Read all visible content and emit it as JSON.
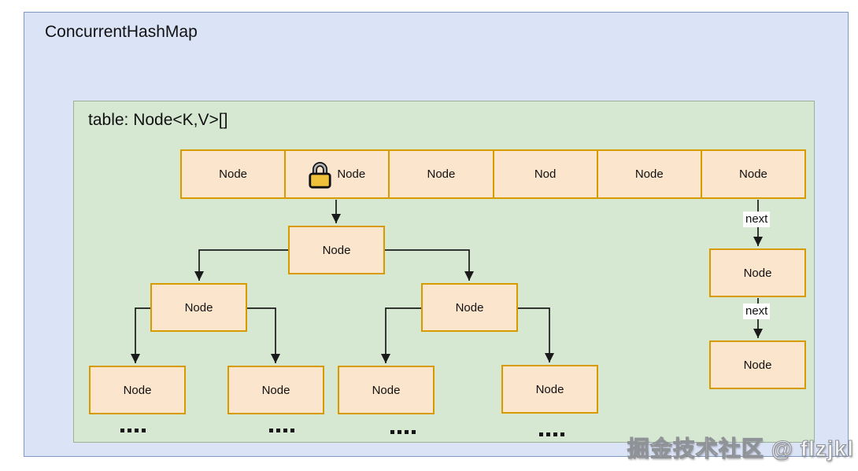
{
  "diagram": {
    "title": "ConcurrentHashMap",
    "table": {
      "label": "table: Node<K,V>[]",
      "cells": [
        {
          "label": "Node",
          "has_lock": false
        },
        {
          "label": "Node",
          "has_lock": true
        },
        {
          "label": "Node",
          "has_lock": false
        },
        {
          "label": "Nod",
          "has_lock": false
        },
        {
          "label": "Node",
          "has_lock": false
        },
        {
          "label": "Node",
          "has_lock": false
        }
      ]
    },
    "tree": {
      "root": {
        "label": "Node"
      },
      "left": {
        "label": "Node"
      },
      "right": {
        "label": "Node"
      },
      "leaves": [
        {
          "label": "Node"
        },
        {
          "label": "Node"
        },
        {
          "label": "Node"
        },
        {
          "label": "Node"
        }
      ],
      "ellipsis": "...."
    },
    "linked_list": {
      "edge_labels": [
        "next",
        "next"
      ],
      "nodes": [
        {
          "label": "Node"
        },
        {
          "label": "Node"
        }
      ]
    },
    "watermark": "掘金技术社区 @ flzjkl",
    "colors": {
      "outer_fill": "#dbe3f7",
      "outer_border": "#7d99c4",
      "inner_fill": "#d6e8d2",
      "inner_border": "#9cb098",
      "node_fill": "#fce5cd",
      "node_border": "#d79b00",
      "connector": "#1a1a1a",
      "lock_body": "#f0c13b",
      "lock_shackle": "#b5b5b5"
    }
  }
}
